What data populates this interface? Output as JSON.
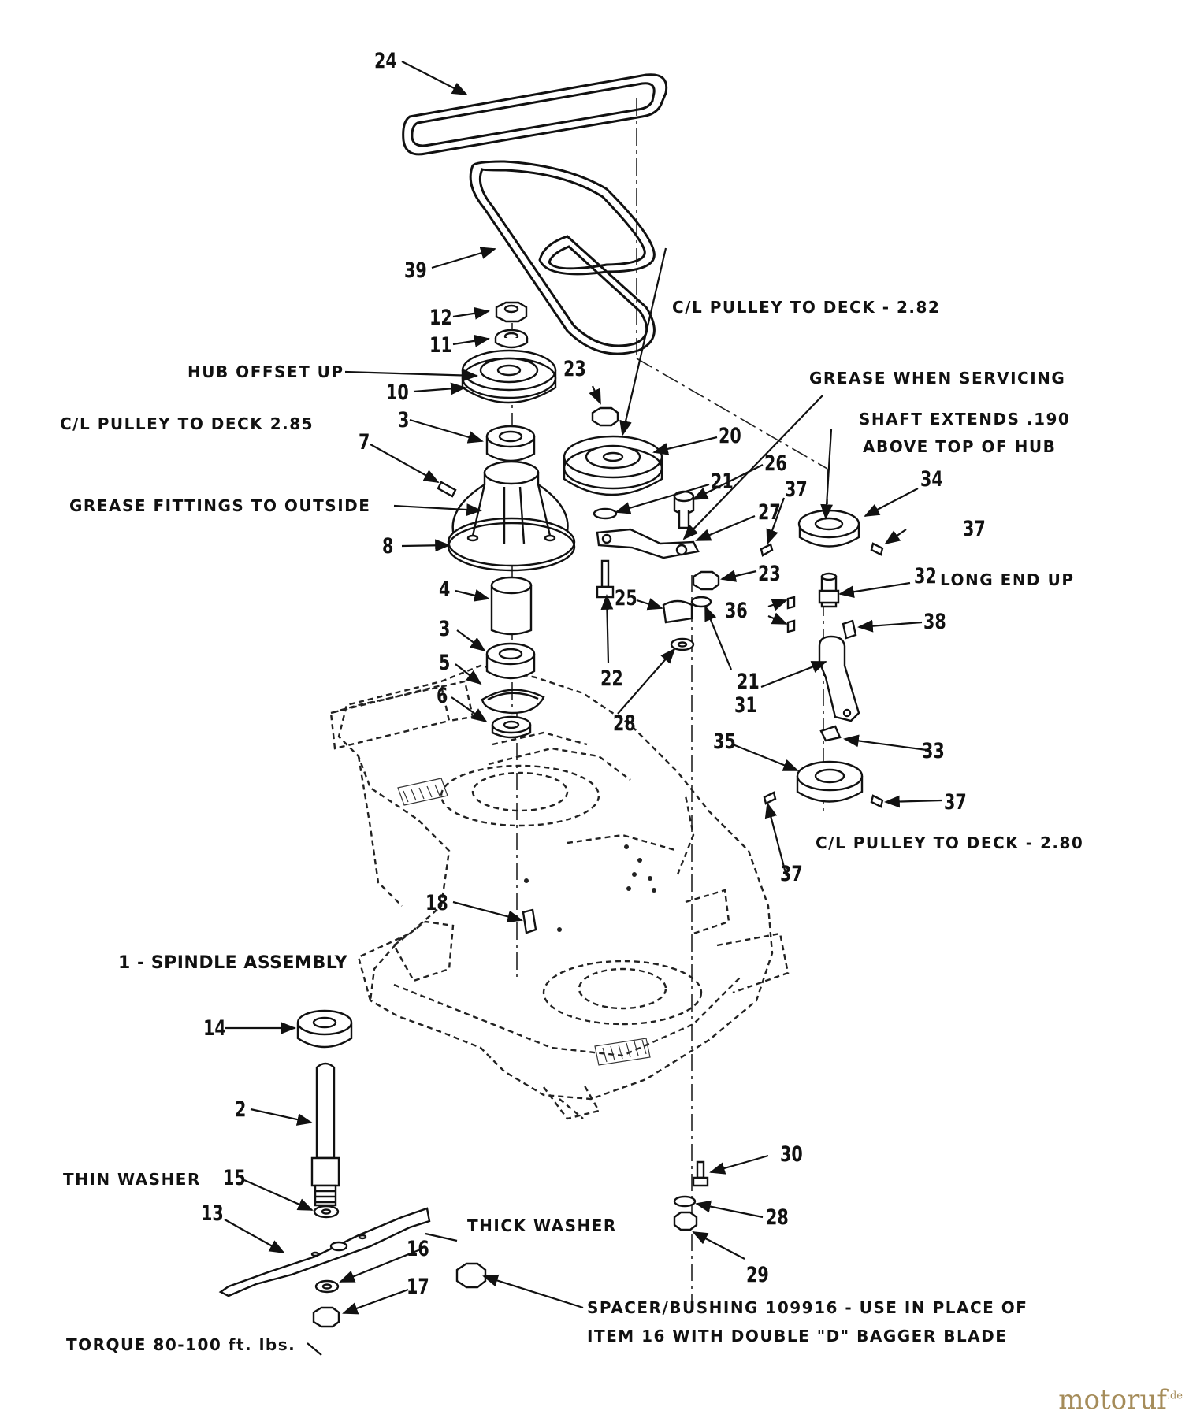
{
  "diagram": {
    "title": "1 - SPINDLE ASSEMBLY",
    "item_numbers": {
      "n24": "24",
      "n39": "39",
      "n12": "12",
      "n11": "11",
      "n10": "10",
      "n3a": "3",
      "n7": "7",
      "n8": "8",
      "n4": "4",
      "n3b": "3",
      "n5": "5",
      "n6": "6",
      "n23a": "23",
      "n20": "20",
      "n21a": "21",
      "n26": "26",
      "n27": "27",
      "n37a": "37",
      "n34": "34",
      "n37b": "37",
      "n23b": "23",
      "n32": "32",
      "n36": "36",
      "n38": "38",
      "n25": "25",
      "n22": "22",
      "n21b": "21",
      "n28a": "28",
      "n31": "31",
      "n35": "35",
      "n33": "33",
      "n37c": "37",
      "n37d": "37",
      "n18": "18",
      "n14": "14",
      "n2": "2",
      "n15": "15",
      "n13": "13",
      "n16": "16",
      "n17": "17",
      "n30": "30",
      "n28b": "28",
      "n29": "29"
    },
    "notes": {
      "hub_offset": "HUB OFFSET UP",
      "cl_pulley_285": "C/L PULLEY TO DECK 2.85",
      "grease_fittings": "GREASE FITTINGS TO OUTSIDE",
      "cl_pulley_282": "C/L PULLEY TO DECK - 2.82",
      "grease_servicing": "GREASE WHEN SERVICING",
      "shaft_extends_1": "SHAFT EXTENDS .190",
      "shaft_extends_2": "ABOVE TOP OF HUB",
      "long_end_up": "LONG END UP",
      "cl_pulley_280": "C/L PULLEY TO DECK - 2.80",
      "thin_washer": "THIN WASHER",
      "thick_washer": "THICK WASHER",
      "torque": "TORQUE 80-100 ft. lbs.",
      "spacer_1": "SPACER/BUSHING 109916 - USE IN PLACE OF",
      "spacer_2": "ITEM 16 WITH DOUBLE \"D\" BAGGER BLADE"
    },
    "watermark": "motoruf",
    "watermark_suffix": ".de"
  }
}
